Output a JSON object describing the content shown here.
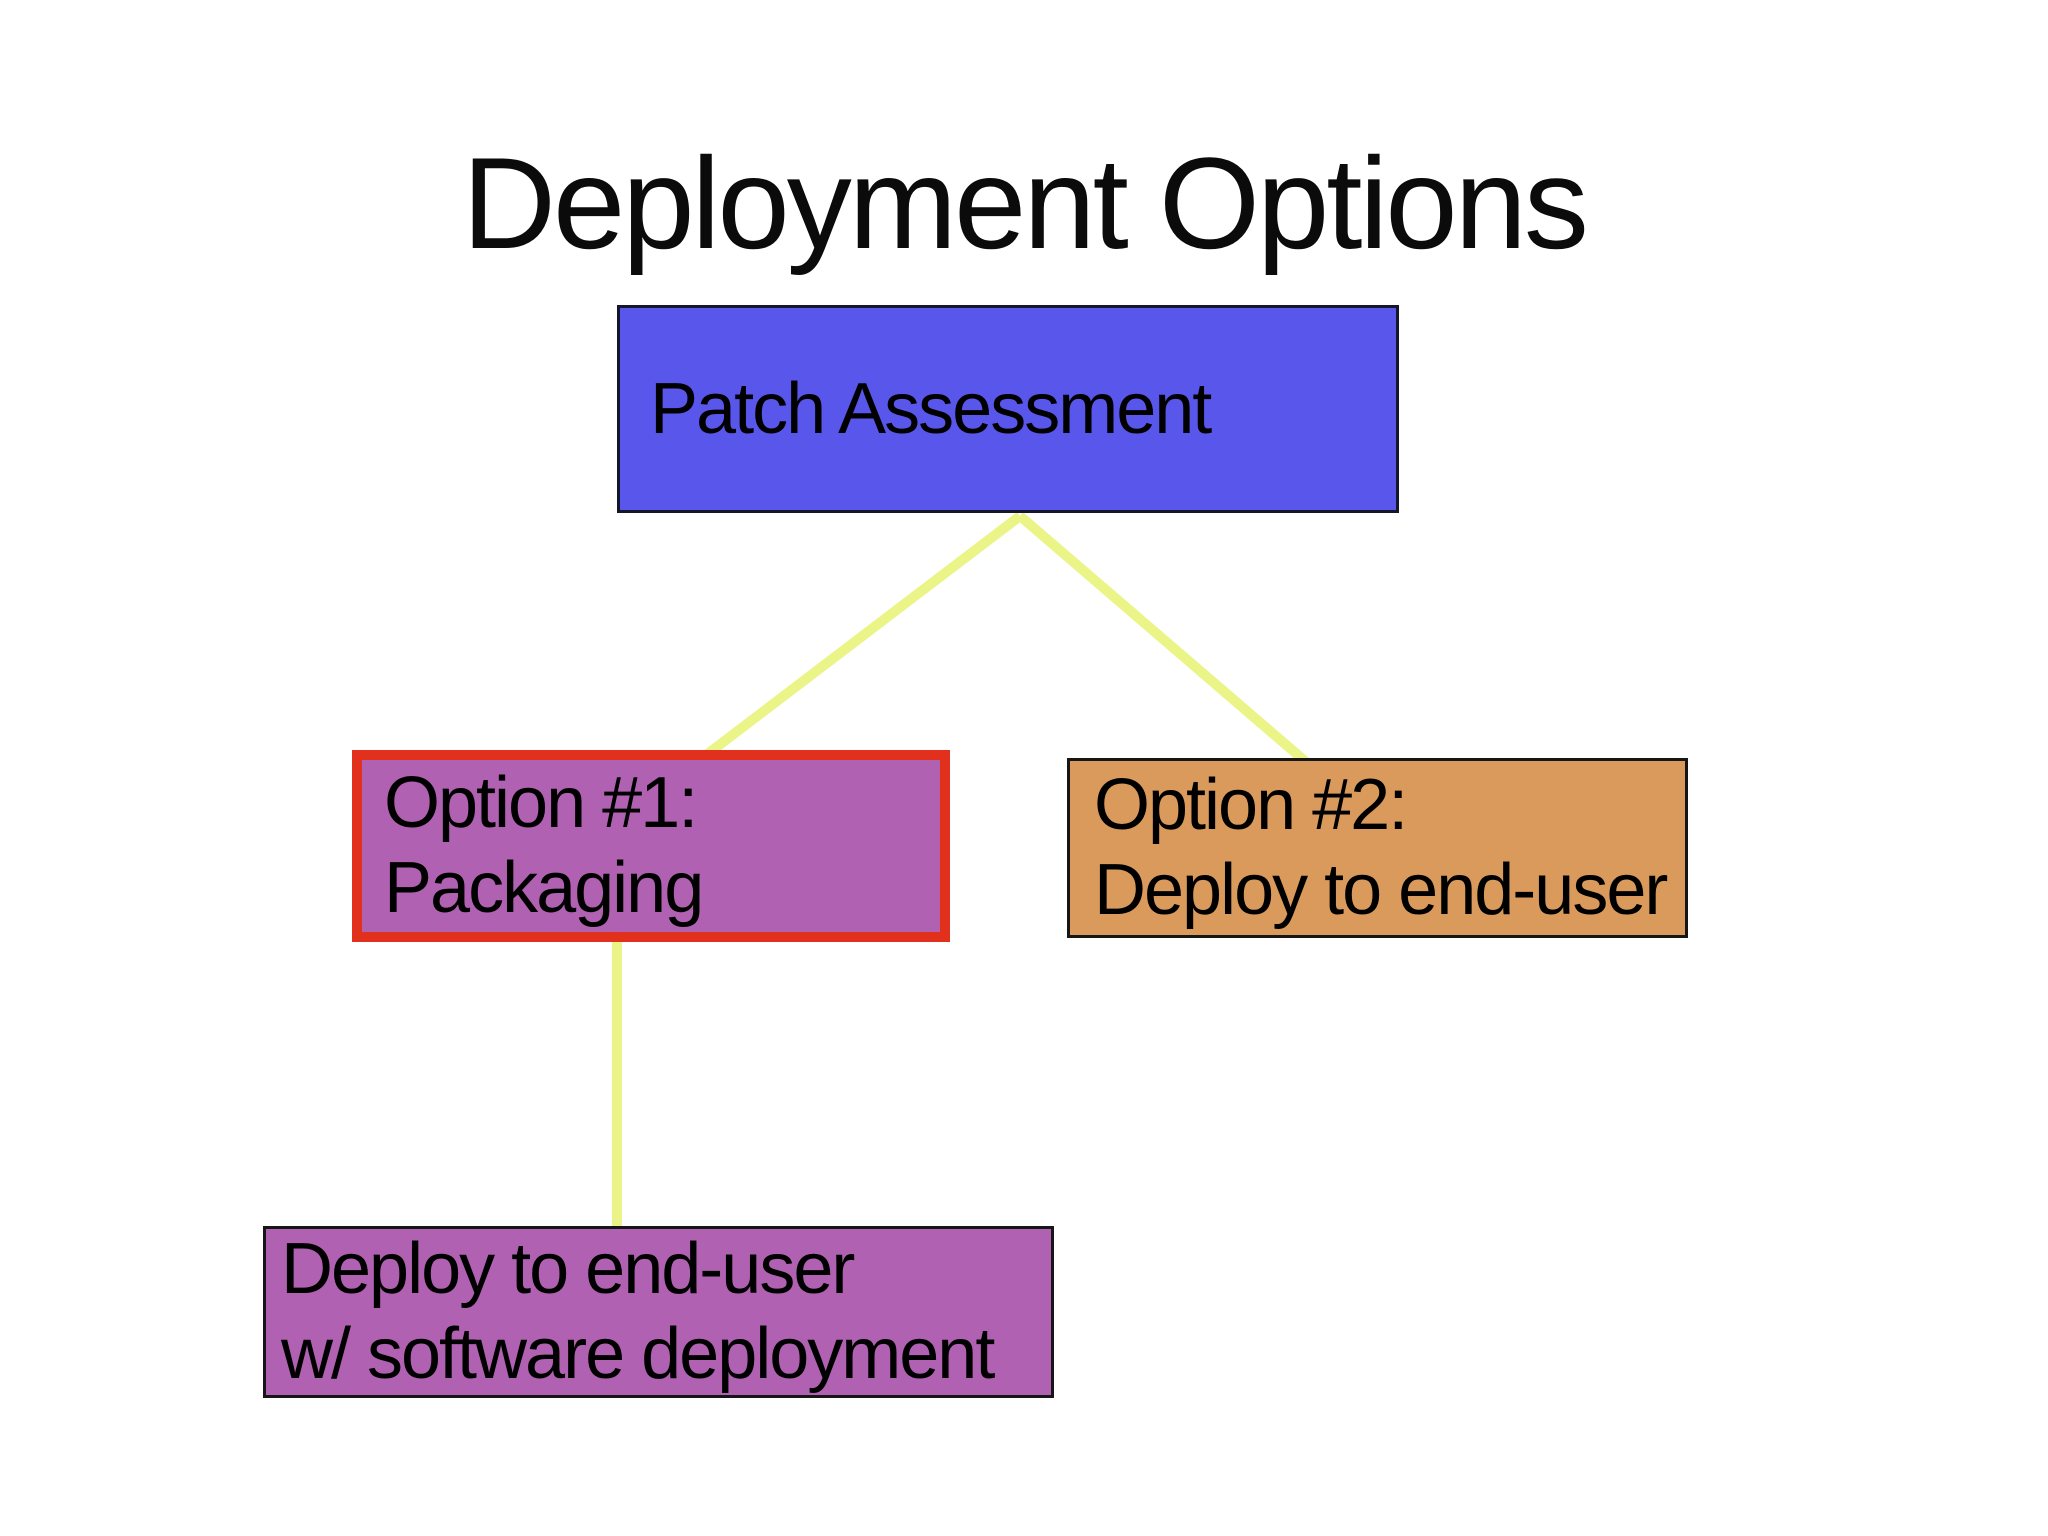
{
  "slide": {
    "title": "Deployment Options",
    "colors": {
      "background": "#ffffff",
      "title_text": "#0b0b0b",
      "box_text": "#000000",
      "patch_assessment_fill": "#5956ec",
      "patch_assessment_border": "#15152c",
      "option1_fill": "#b061b1",
      "option1_border": "#e1301c",
      "option2_fill": "#da9a5b",
      "option2_border": "#161616",
      "deploy_fill": "#b061b1",
      "deploy_border": "#161616",
      "connector_line": "#eaf487"
    },
    "nodes": {
      "patch_assessment": {
        "label": "Patch Assessment"
      },
      "option1": {
        "line1": "Option #1:",
        "line2": "Packaging"
      },
      "option2": {
        "line1": "Option #2:",
        "line2": "Deploy to end-user"
      },
      "deploy_end_user": {
        "line1": "Deploy to end-user",
        "line2": "w/ software deployment"
      }
    }
  }
}
